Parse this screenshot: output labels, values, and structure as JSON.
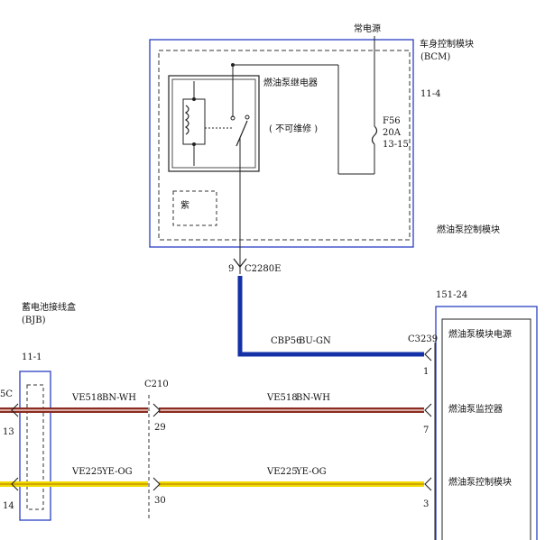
{
  "top_source": "常电源",
  "bcm": {
    "name": "车身控制模块",
    "abbr": "(BCM)",
    "page_ref": "11-4",
    "relay_label": "燃油泵继电器",
    "relay_note": "( 不可维修 )",
    "fuse_id": "F56",
    "fuse_rating": "20A",
    "fuse_ref": "13-15",
    "sub_module": "燃油泵控制模块",
    "box_symbol": "紫"
  },
  "bjb": {
    "name": "蓄电池接线盒",
    "abbr": "(BJB)",
    "page_ref": "11-1",
    "left_label": "5C",
    "pin_a": "13",
    "pin_b": "14"
  },
  "connector_top": {
    "pin": "9",
    "id": "C2280E"
  },
  "connector_mid": {
    "id": "C210",
    "pin_a": "29",
    "pin_b": "30"
  },
  "fpcm": {
    "page_ref": "151-24",
    "connector": "C3239",
    "rows": [
      {
        "pin": "1",
        "label": "燃油泵模块电源"
      },
      {
        "pin": "7",
        "label": "燃油泵监控器"
      },
      {
        "pin": "3",
        "label": "燃油泵控制模块"
      }
    ]
  },
  "wires": {
    "blue": {
      "circuit": "CBP56",
      "color": "BU-GN"
    },
    "brown_left": {
      "circuit": "VE518",
      "color": "BN-WH"
    },
    "brown_right": {
      "circuit": "VE518",
      "color": "BN-WH"
    },
    "yellow_left": {
      "circuit": "VE225",
      "color": "YE-OG"
    },
    "yellow_right": {
      "circuit": "VE225",
      "color": "YE-OG"
    }
  },
  "colors": {
    "module_border": "#2a3fc4",
    "wire_blue": "#1431a8",
    "wire_brown": "#8a2c22",
    "wire_brown_stripe": "#f2d7cf",
    "wire_yellow": "#f0dc00",
    "wire_yellow_stripe": "#c79300"
  }
}
